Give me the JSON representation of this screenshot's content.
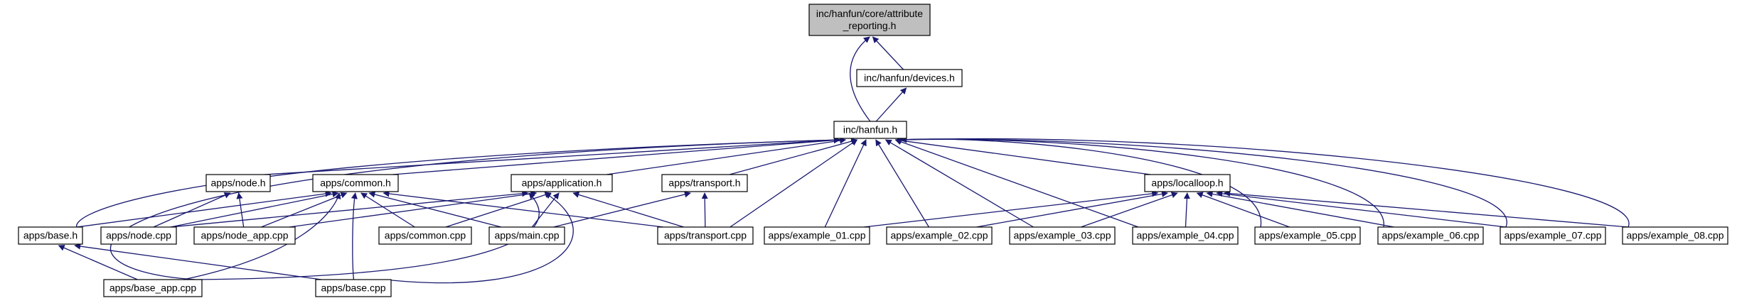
{
  "title": "",
  "colors": {
    "edge": "#191970",
    "node_border": "#000000",
    "root_fill": "#bfbfbf",
    "node_fill": "#ffffff"
  },
  "nodes": {
    "attribute_reporting": {
      "lines": [
        "inc/hanfun/core/attribute",
        "_reporting.h"
      ],
      "root": true
    },
    "devices": {
      "lines": [
        "inc/hanfun/devices.h"
      ]
    },
    "hanfun": {
      "lines": [
        "inc/hanfun.h"
      ]
    },
    "node_h": {
      "lines": [
        "apps/node.h"
      ]
    },
    "common_h": {
      "lines": [
        "apps/common.h"
      ]
    },
    "application_h": {
      "lines": [
        "apps/application.h"
      ]
    },
    "transport_h": {
      "lines": [
        "apps/transport.h"
      ]
    },
    "localloop_h": {
      "lines": [
        "apps/localloop.h"
      ]
    },
    "base_h": {
      "lines": [
        "apps/base.h"
      ]
    },
    "node_cpp": {
      "lines": [
        "apps/node.cpp"
      ]
    },
    "node_app_cpp": {
      "lines": [
        "apps/node_app.cpp"
      ]
    },
    "common_cpp": {
      "lines": [
        "apps/common.cpp"
      ]
    },
    "main_cpp": {
      "lines": [
        "apps/main.cpp"
      ]
    },
    "transport_cpp": {
      "lines": [
        "apps/transport.cpp"
      ]
    },
    "example_01": {
      "lines": [
        "apps/example_01.cpp"
      ]
    },
    "example_02": {
      "lines": [
        "apps/example_02.cpp"
      ]
    },
    "example_03": {
      "lines": [
        "apps/example_03.cpp"
      ]
    },
    "example_04": {
      "lines": [
        "apps/example_04.cpp"
      ]
    },
    "example_05": {
      "lines": [
        "apps/example_05.cpp"
      ]
    },
    "example_06": {
      "lines": [
        "apps/example_06.cpp"
      ]
    },
    "example_07": {
      "lines": [
        "apps/example_07.cpp"
      ]
    },
    "example_08": {
      "lines": [
        "apps/example_08.cpp"
      ]
    },
    "base_app_cpp": {
      "lines": [
        "apps/base_app.cpp"
      ]
    },
    "base_cpp": {
      "lines": [
        "apps/base.cpp"
      ]
    }
  },
  "edges": [
    [
      "devices",
      "attribute_reporting"
    ],
    [
      "hanfun",
      "attribute_reporting"
    ],
    [
      "hanfun",
      "devices"
    ],
    [
      "node_h",
      "hanfun"
    ],
    [
      "common_h",
      "hanfun"
    ],
    [
      "application_h",
      "hanfun"
    ],
    [
      "transport_h",
      "hanfun"
    ],
    [
      "localloop_h",
      "hanfun"
    ],
    [
      "base_h",
      "hanfun"
    ],
    [
      "base_app_cpp",
      "hanfun"
    ],
    [
      "transport_cpp",
      "hanfun"
    ],
    [
      "example_01",
      "hanfun"
    ],
    [
      "example_02",
      "hanfun"
    ],
    [
      "example_03",
      "hanfun"
    ],
    [
      "example_04",
      "hanfun"
    ],
    [
      "example_05",
      "hanfun"
    ],
    [
      "example_06",
      "hanfun"
    ],
    [
      "example_07",
      "hanfun"
    ],
    [
      "example_08",
      "hanfun"
    ],
    [
      "node_cpp",
      "node_h"
    ],
    [
      "node_app_cpp",
      "node_h"
    ],
    [
      "base_h",
      "common_h"
    ],
    [
      "node_cpp",
      "common_h"
    ],
    [
      "node_app_cpp",
      "common_h"
    ],
    [
      "common_cpp",
      "common_h"
    ],
    [
      "main_cpp",
      "common_h"
    ],
    [
      "transport_cpp",
      "common_h"
    ],
    [
      "base_app_cpp",
      "common_h"
    ],
    [
      "base_cpp",
      "common_h"
    ],
    [
      "node_cpp",
      "application_h"
    ],
    [
      "node_app_cpp",
      "application_h"
    ],
    [
      "common_cpp",
      "application_h"
    ],
    [
      "main_cpp",
      "application_h"
    ],
    [
      "transport_cpp",
      "application_h"
    ],
    [
      "base_app_cpp",
      "application_h"
    ],
    [
      "base_cpp",
      "application_h"
    ],
    [
      "main_cpp",
      "transport_h"
    ],
    [
      "transport_cpp",
      "transport_h"
    ],
    [
      "example_01",
      "localloop_h"
    ],
    [
      "example_02",
      "localloop_h"
    ],
    [
      "example_03",
      "localloop_h"
    ],
    [
      "example_04",
      "localloop_h"
    ],
    [
      "example_05",
      "localloop_h"
    ],
    [
      "example_06",
      "localloop_h"
    ],
    [
      "example_07",
      "localloop_h"
    ],
    [
      "example_08",
      "localloop_h"
    ],
    [
      "base_app_cpp",
      "base_h"
    ],
    [
      "base_cpp",
      "base_h"
    ]
  ]
}
